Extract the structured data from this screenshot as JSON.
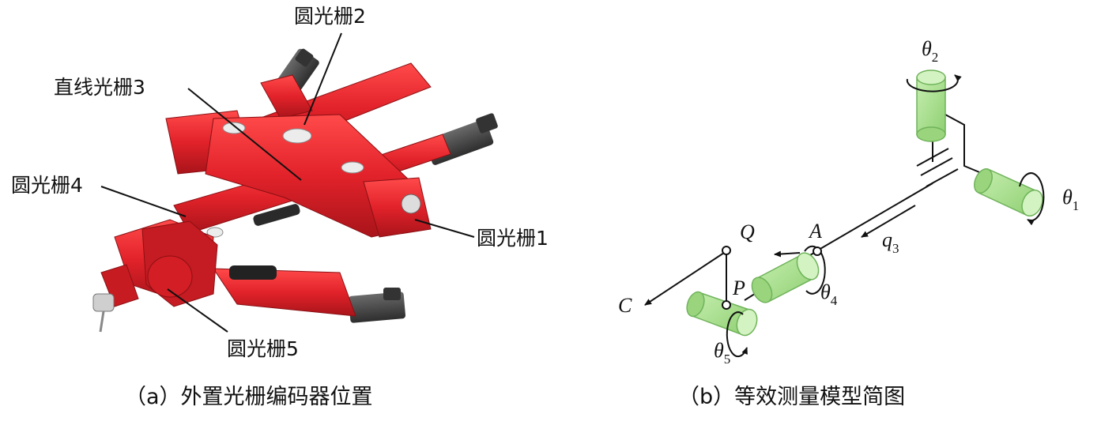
{
  "panel_a": {
    "labels": {
      "grating2": "圆光栅2",
      "linear3": "直线光栅3",
      "grating4": "圆光栅4",
      "grating1": "圆光栅1",
      "grating5": "圆光栅5"
    },
    "caption": "（a）外置光栅编码器位置"
  },
  "panel_b": {
    "symbols": {
      "theta": "θ",
      "theta1_sub": "1",
      "theta2_sub": "2",
      "theta4_sub": "4",
      "theta5_sub": "5",
      "q": "q",
      "q3_sub": "3",
      "Q": "Q",
      "A": "A",
      "P": "P",
      "C": "C"
    },
    "caption": "（b）等效测量模型简图"
  },
  "colors": {
    "robot_red": "#e2222a",
    "robot_dark_red": "#a8141a",
    "motor_gray": "#4a4a4a",
    "cylinder_green": "#a6dd8a",
    "cylinder_green_stroke": "#6fb35a"
  }
}
